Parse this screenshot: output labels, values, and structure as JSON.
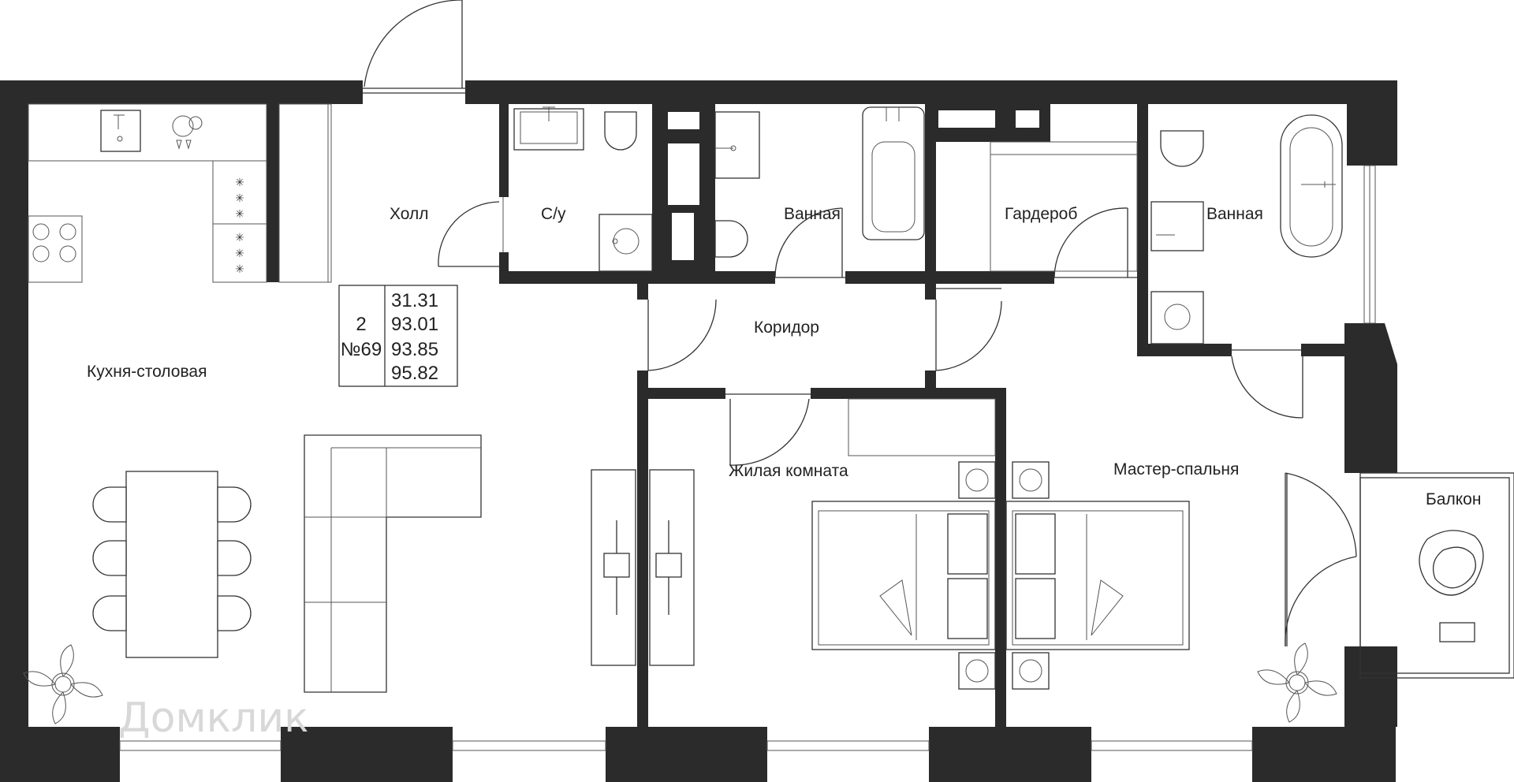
{
  "rooms": {
    "kitchen": "Кухня-столовая",
    "hall": "Холл",
    "wc": "С/у",
    "bath1": "Ванная",
    "wardrobe": "Гардероб",
    "bath2": "Ванная",
    "corridor": "Коридор",
    "living": "Жилая комната",
    "master": "Мастер-спальня",
    "balcony": "Балкон"
  },
  "info": {
    "rooms_count": "2",
    "apartment_number": "№69",
    "areas": [
      "31.31",
      "93.01",
      "93.85",
      "95.82"
    ]
  },
  "watermark": "Домклик",
  "colors": {
    "wall": "#2b2b2b",
    "line": "#333333",
    "background": "#ffffff"
  }
}
